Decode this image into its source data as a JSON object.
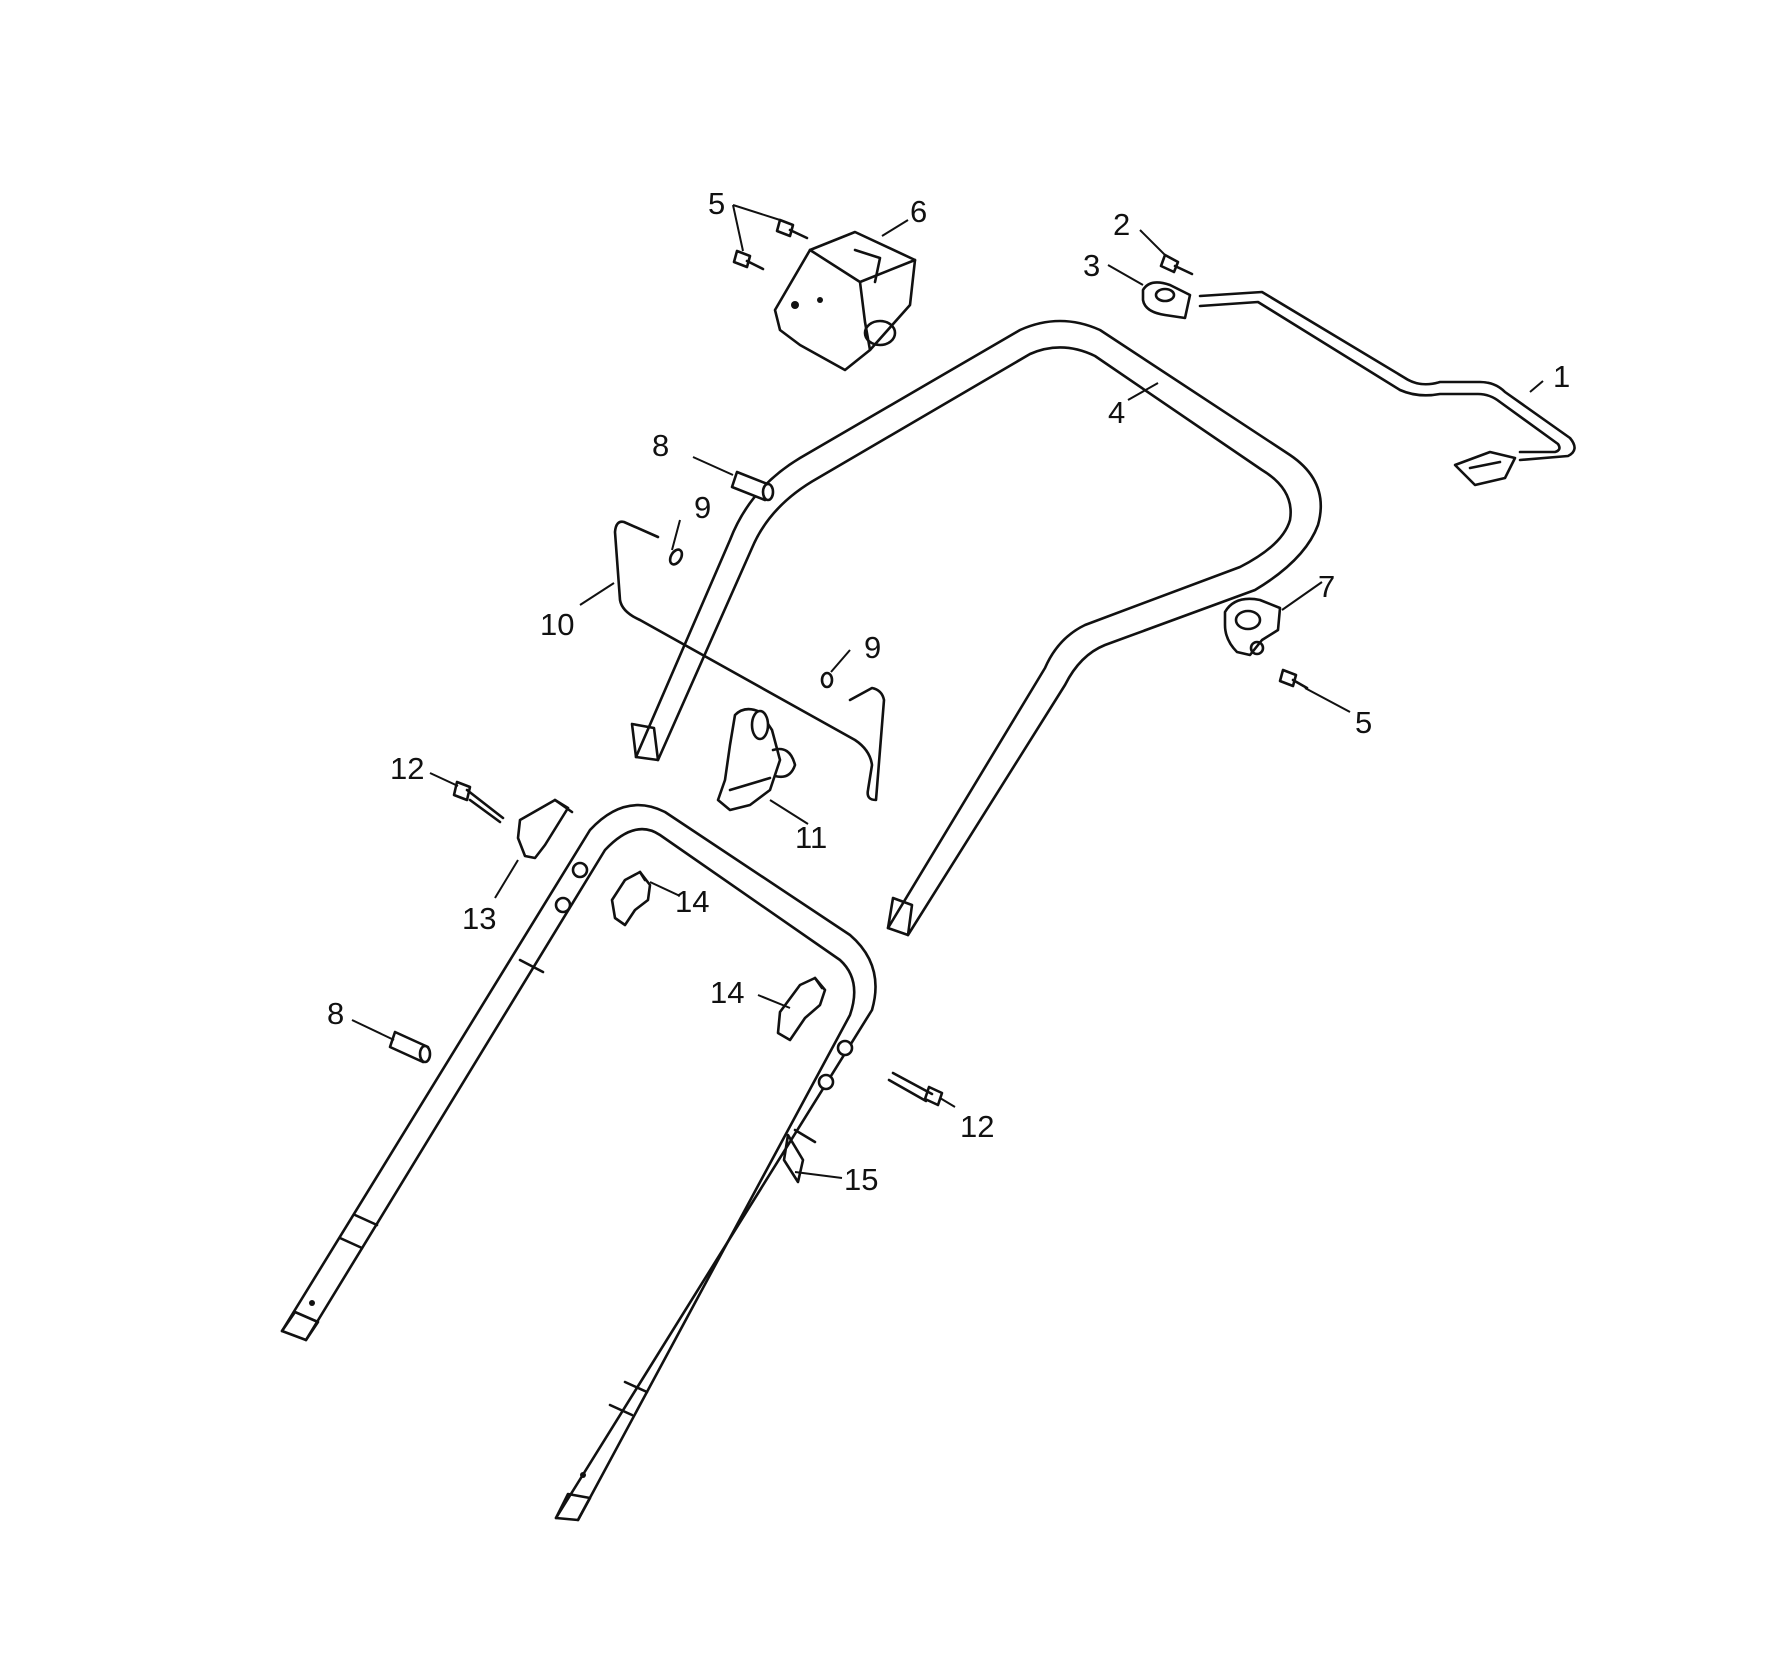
{
  "diagram": {
    "callouts": {
      "c1": "1",
      "c2": "2",
      "c3": "3",
      "c4": "4",
      "c5a": "5",
      "c5b": "5",
      "c6": "6",
      "c7": "7",
      "c8a": "8",
      "c8b": "8",
      "c9a": "9",
      "c9b": "9",
      "c10": "10",
      "c11": "11",
      "c12a": "12",
      "c12b": "12",
      "c13": "13",
      "c14a": "14",
      "c14b": "14",
      "c15": "15"
    }
  }
}
